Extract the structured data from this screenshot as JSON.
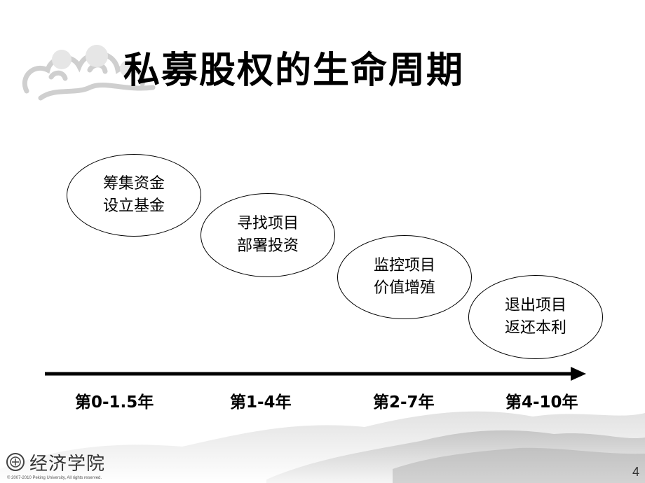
{
  "title": "私募股权的生命周期",
  "stages": [
    {
      "line1": "筹集资金",
      "line2": "设立基金"
    },
    {
      "line1": "寻找项目",
      "line2": "部署投资"
    },
    {
      "line1": "监控项目",
      "line2": "价值增殖"
    },
    {
      "line1": "退出项目",
      "line2": "返还本利"
    }
  ],
  "timeline": [
    "第0-1.5年",
    "第1-4年",
    "第2-7年",
    "第4-10年"
  ],
  "footer": {
    "logo_text": "经济学院",
    "copyright": "© 2007-2010 Peking University, All rights reserved.",
    "page_number": "4"
  },
  "colors": {
    "text": "#000000",
    "decoration": "#d9d9d9",
    "background": "#ffffff"
  },
  "icons": [
    "cloud-decoration-icon",
    "mountain-landscape-icon",
    "university-seal-icon",
    "arrow-right-icon"
  ]
}
